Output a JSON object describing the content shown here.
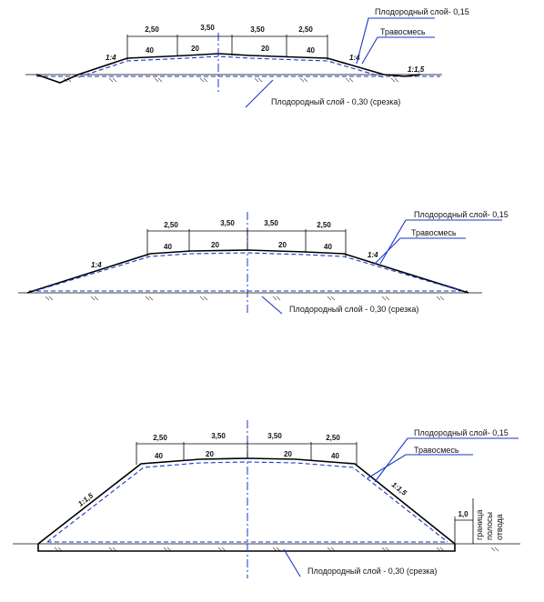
{
  "sections": [
    {
      "widths": [
        "2,50",
        "3,50",
        "3,50",
        "2,50"
      ],
      "slopes_pct": [
        "40",
        "20",
        "20",
        "40"
      ],
      "side_slope_left": "1:4",
      "side_slope_right": "1:4",
      "ditch_slope": "1:1,5",
      "topsoil_label": "Плодородный слой- 0,15",
      "grass_label": "Травосмесь",
      "cut_label": "Плодородный слой - 0,30 (срезка)"
    },
    {
      "widths": [
        "2,50",
        "3,50",
        "3,50",
        "2,50"
      ],
      "slopes_pct": [
        "40",
        "20",
        "20",
        "40"
      ],
      "side_slope_left": "1:4",
      "side_slope_right": "1:4",
      "topsoil_label": "Плодородный слой- 0,15",
      "grass_label": "Травосмесь",
      "cut_label": "Плодородный слой - 0,30 (срезка)"
    },
    {
      "widths": [
        "2,50",
        "3,50",
        "3,50",
        "2,50"
      ],
      "slopes_pct": [
        "40",
        "20",
        "20",
        "40"
      ],
      "side_slope_left": "1:1,5",
      "side_slope_right": "1:1,5",
      "topsoil_label": "Плодородный слой- 0,15",
      "grass_label": "Травосмесь",
      "cut_label": "Плодородный слой - 0,30 (срезка)",
      "boundary_offset": "1,0",
      "boundary_label_lines": [
        "граница",
        "полосы",
        "отвода"
      ]
    }
  ]
}
